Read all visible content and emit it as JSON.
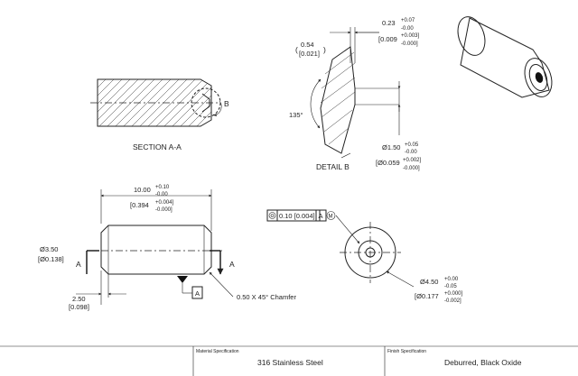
{
  "section_view": {
    "title": "SECTION A-A",
    "detail_callout": "B"
  },
  "detail_view": {
    "title": "DETAIL  B",
    "angle": "135°",
    "depth_paren_open": "(",
    "depth_paren_close": ")",
    "depth_mm": "0.54",
    "depth_in": "[0.021]",
    "step_mm": "0.23",
    "step_mm_tol_plus": "+0.07",
    "step_mm_tol_minus": "-0.00",
    "step_in": "[0.009",
    "step_in_tol_plus": "+0.003]",
    "step_in_tol_minus": "-0.000]",
    "bore_mm": "Ø1.50",
    "bore_mm_tol_plus": "+0.05",
    "bore_mm_tol_minus": "-0.00",
    "bore_in": "[Ø0.059",
    "bore_in_tol_plus": "+0.002]",
    "bore_in_tol_minus": "-0.000]"
  },
  "side_view": {
    "length_mm": "10.00",
    "length_mm_tol_plus": "+0.10",
    "length_mm_tol_minus": "-0.00",
    "length_in": "[0.394",
    "length_in_tol_plus": "+0.004]",
    "length_in_tol_minus": "-0.000]",
    "dia_mm": "Ø3.50",
    "dia_in": "[Ø0.138]",
    "offset_mm": "2.50",
    "offset_in": "[0.098]",
    "section_left": "A",
    "section_right": "A",
    "datum": "A",
    "chamfer_note": "0.50 X 45° Chamfer"
  },
  "end_view": {
    "fcf_value": "0.10 [0.004]",
    "fcf_datum": "A",
    "fcf_modifier": "M",
    "od_mm": "Ø4.50",
    "od_mm_tol_plus": "+0.00",
    "od_mm_tol_minus": "-0.05",
    "od_in": "[Ø0.177",
    "od_in_tol_plus": "+0.000]",
    "od_in_tol_minus": "-0.002]"
  },
  "title_block": {
    "material_label": "Material Specification",
    "material_value": "316 Stainless Steel",
    "finish_label": "Finish Specification",
    "finish_value": "Deburred, Black Oxide"
  }
}
